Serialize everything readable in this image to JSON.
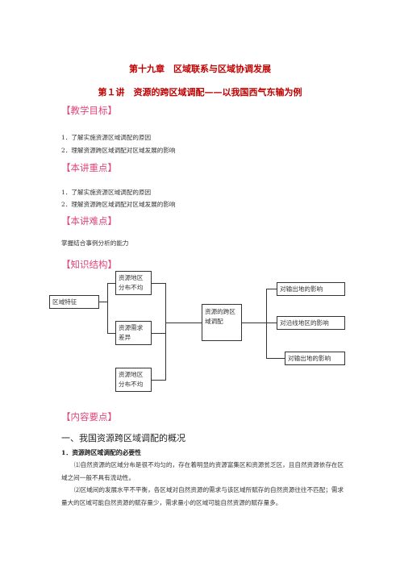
{
  "chapter_title": "第十九章　区域联系与区域协调发展",
  "lecture_title": "第１讲　资源的跨区域调配——以我国西气东输为例",
  "sections": {
    "goals": {
      "heading": "【教学目标】",
      "items": [
        "1．了解实施资源区域调配的原因",
        "2．理解资源跨区域调配对区域发展的影响"
      ]
    },
    "key_points": {
      "heading": "【本讲重点】",
      "items": [
        "1．了解实施资源区域调配的原因",
        "2．理解资源跨区域调配对区域发展的影响"
      ]
    },
    "difficulties": {
      "heading": "【本讲难点】",
      "text": "掌握结合事例分析的能力"
    },
    "structure": {
      "heading": "【知识结构】",
      "diagram": {
        "root": "区域特征",
        "mid_top": "资源地区分布不均",
        "mid_middle": "资源需求差异",
        "mid_bottom": "资源地区分布不均",
        "center": "资源的跨区域调配",
        "right_top": "对输出地的影响",
        "right_middle": "对沿线地区的影响",
        "right_bottom": "对输出地的影响"
      }
    },
    "content": {
      "heading": "【内容要点】",
      "h2": "一、我国资源跨区域调配的概况",
      "h3": "1．资源跨区域调配的必要性",
      "paragraphs": [
        "⑴自然资源的区域分布是很不均匀的，存在着明显的资源富集区和资源贫乏区，且自然资源依存在区域之间一般不具有流动性。",
        "⑵区域间的发展水平不平衡，各区域对自然资源的需求与该区域所赋存的自然资源往往不匹配；需求量大的区域可能自然资源的赋存量少，需求量小的区域可能自然资源的赋存量多。"
      ]
    }
  }
}
